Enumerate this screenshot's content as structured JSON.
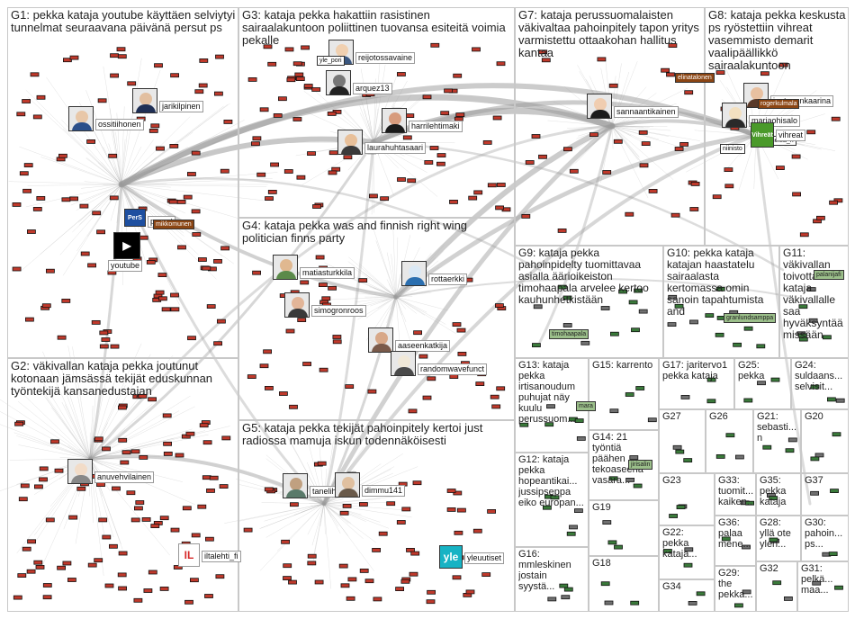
{
  "colors": {
    "edge": "#9a9a9a",
    "node_red": "#c0392b",
    "node_green": "#3a7a3a",
    "node_gray": "#707070",
    "box_border": "#c8c8c8",
    "tag_brown": "#8b4513",
    "tag_red": "#d62828",
    "tag_green": "#9bbf8a"
  },
  "groups": [
    {
      "id": "G1",
      "label": "G1: pekka kataja youtube käyttäen selviytyi tunnelmat seuraavana päivänä persut ps"
    },
    {
      "id": "G2",
      "label": "G2: väkivallan kataja pekka joutunut kotonaan jämsässä tekijät eduskunnan työntekijä kansanedustajan"
    },
    {
      "id": "G3",
      "label": "G3: kataja pekka hakattiin rasistinen sairaalakuntoon poliittinen tuovansa esiteitä voimia pekalle"
    },
    {
      "id": "G4",
      "label": "G4: kataja pekka was and finnish right wing politician finns party"
    },
    {
      "id": "G5",
      "label": "G5: kataja pekka tekijät pahoinpitely kertoi just radiossa mamuja iskun todennäköisesti"
    },
    {
      "id": "G7",
      "label": "G7: kataja perussuomalaisten väkivaltaa pahoinpitely tapon yritys varmistettu ottaakohan hallitus kantaa"
    },
    {
      "id": "G8",
      "label": "G8: kataja pekka keskusta ps ryöstettiin vihreat vasemmisto demarit vaalipäällikkö sairaalakuntoon"
    },
    {
      "id": "G9",
      "label": "G9: kataja pekka pahoinpidelty tuomittavaa asialla äärioikeiston timohaapala arvelee kertoo kauhunhetkistään"
    },
    {
      "id": "G10",
      "label": "G10: pekka kataja katajan haastatelu sairaalasta kertomassa omin sanoin tapahtumista and"
    },
    {
      "id": "G11",
      "label": "G11: väkivallan toivottavasti kataja väkivallalle saa hyväksyntää missään"
    },
    {
      "id": "G12",
      "label": "G12: kataja pekka hopeantikai... jussipseppa eiko europan..."
    },
    {
      "id": "G13",
      "label": "G13: kataja pekka irtisanoudum puhujat näy kuulu perussuom..."
    },
    {
      "id": "G14",
      "label": "G14: 21 työntiä päähen tekoaseena vasara..."
    },
    {
      "id": "G15",
      "label": "G15: karrento"
    },
    {
      "id": "G16",
      "label": "G16: mmleskinen jostain syystä..."
    },
    {
      "id": "G17",
      "label": "G17: jaritervo1 pekka kataja"
    },
    {
      "id": "G18",
      "label": "G18"
    },
    {
      "id": "G19",
      "label": "G19"
    },
    {
      "id": "G20",
      "label": "G20"
    },
    {
      "id": "G21",
      "label": "G21: sebasti... n"
    },
    {
      "id": "G22",
      "label": "G22: pekka kataja..."
    },
    {
      "id": "G23",
      "label": "G23"
    },
    {
      "id": "G24",
      "label": "G24: suldaans... selvisit..."
    },
    {
      "id": "G25",
      "label": "G25: pekka"
    },
    {
      "id": "G26",
      "label": "G26"
    },
    {
      "id": "G27",
      "label": "G27"
    },
    {
      "id": "G28",
      "label": "G28: yllä ote ylen..."
    },
    {
      "id": "G29",
      "label": "G29: the pekka..."
    },
    {
      "id": "G30",
      "label": "G30: pahoin... ps..."
    },
    {
      "id": "G31",
      "label": "G31: pelkä... maa..."
    },
    {
      "id": "G32",
      "label": "G32"
    },
    {
      "id": "G33",
      "label": "G33: tuomit... kaiken..."
    },
    {
      "id": "G34",
      "label": "G34"
    },
    {
      "id": "G35",
      "label": "G35: pekka kataja"
    },
    {
      "id": "G36",
      "label": "G36: palaa mene..."
    },
    {
      "id": "G37",
      "label": "G37"
    }
  ],
  "users": [
    {
      "id": "ossitiihonen",
      "label": "ossitiihonen",
      "kind": "person"
    },
    {
      "id": "jarikilpinen",
      "label": "jarikilpinen",
      "kind": "person"
    },
    {
      "id": "persut",
      "label": "persut",
      "kind": "logo",
      "logo_text": "PerS"
    },
    {
      "id": "mikkomunen",
      "label": "mikkomunen",
      "kind": "tag"
    },
    {
      "id": "youtube",
      "label": "youtube",
      "kind": "logo",
      "logo_text": "▶"
    },
    {
      "id": "reijotossavaine",
      "label": "reijotossavaine",
      "kind": "person"
    },
    {
      "id": "yle_pori",
      "label": "yle_pori",
      "kind": "tag"
    },
    {
      "id": "arquez13",
      "label": "arquez13",
      "kind": "person"
    },
    {
      "id": "harrilehtimaki",
      "label": "harrilehtimaki",
      "kind": "person"
    },
    {
      "id": "laurahuhtasaari",
      "label": "laurahuhtasaari",
      "kind": "person"
    },
    {
      "id": "sannaantikainen",
      "label": "sannaantikainen",
      "kind": "person"
    },
    {
      "id": "elinatalonen",
      "label": "elinatalonen",
      "kind": "tag"
    },
    {
      "id": "jantunenkaarina",
      "label": "jantunenkaarina",
      "kind": "person"
    },
    {
      "id": "rogerkulmala",
      "label": "rogerkulmala",
      "kind": "tag"
    },
    {
      "id": "mariaohisalo",
      "label": "mariaohisalo",
      "kind": "person"
    },
    {
      "id": "annelea_h",
      "label": "annelea_h",
      "kind": "tag"
    },
    {
      "id": "vihreat",
      "label": "vihreat",
      "kind": "logo",
      "logo_text": "Vihreät"
    },
    {
      "id": "niinisto",
      "label": "niinisto",
      "kind": "tag"
    },
    {
      "id": "matiasturkkila",
      "label": "matiasturkkila",
      "kind": "person"
    },
    {
      "id": "rottaerkki",
      "label": "rottaerkki",
      "kind": "person"
    },
    {
      "id": "simogronroos",
      "label": "simogronroos",
      "kind": "person"
    },
    {
      "id": "aaseenkatkija",
      "label": "aaseenkatkija",
      "kind": "person"
    },
    {
      "id": "randomwavefunct",
      "label": "randomwavefunct",
      "kind": "person"
    },
    {
      "id": "anuvehvilainen",
      "label": "anuvehvilainen",
      "kind": "person"
    },
    {
      "id": "iltalehti_fi",
      "label": "iltalehti_fi",
      "kind": "logo",
      "logo_text": "IL"
    },
    {
      "id": "taneliha",
      "label": "taneliha",
      "kind": "person"
    },
    {
      "id": "dimmu141",
      "label": "dimmu141",
      "kind": "person"
    },
    {
      "id": "yleuutiset",
      "label": "yleuutiset",
      "kind": "logo",
      "logo_text": "yle"
    },
    {
      "id": "timohaapala",
      "label": "timohaapala",
      "kind": "tag"
    },
    {
      "id": "granlundsamppa",
      "label": "granlundsamppa",
      "kind": "tag"
    },
    {
      "id": "palanijafi",
      "label": "palanijafi",
      "kind": "tag"
    },
    {
      "id": "jirisalin",
      "label": "jirisalin",
      "kind": "tag"
    },
    {
      "id": "mara",
      "label": "mara",
      "kind": "tag"
    }
  ]
}
